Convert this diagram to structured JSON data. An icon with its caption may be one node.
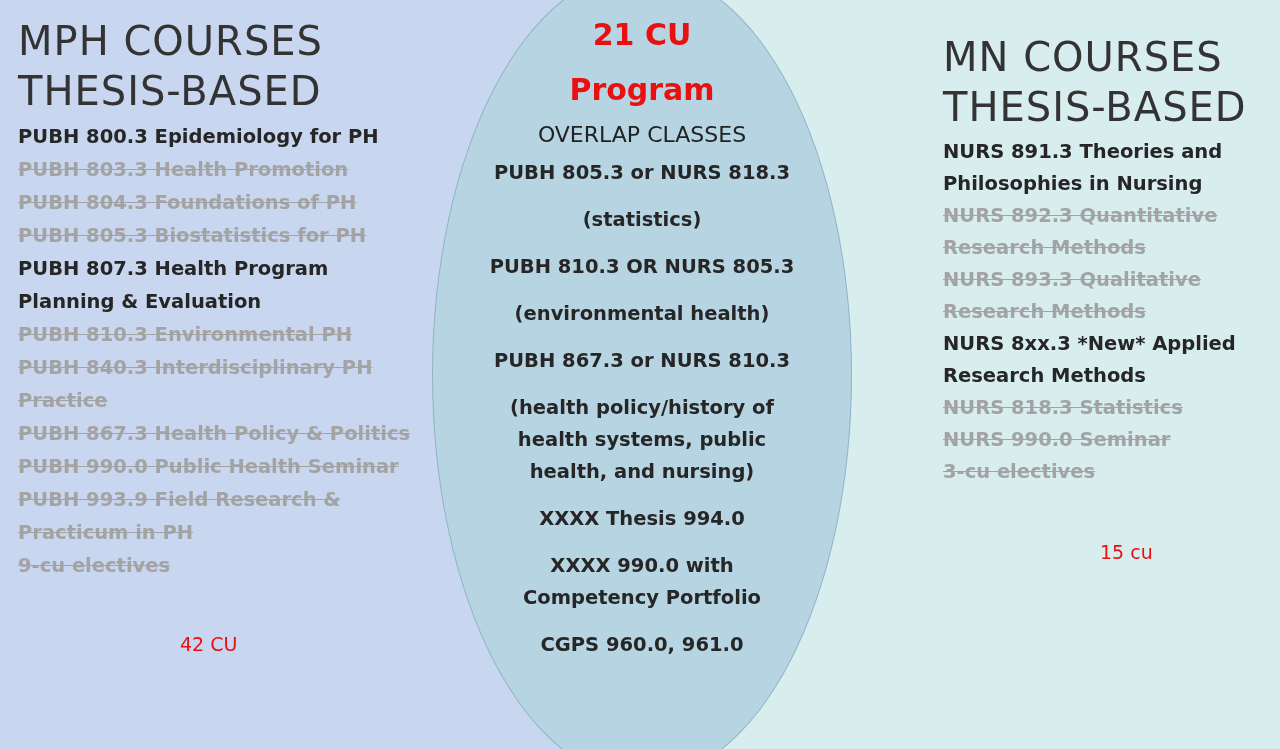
{
  "diagram": {
    "nodes": [
      {
        "text": [
          "MPH COURSES THESIS-BASED",
          "PUBH 800.3 Epidemiology for PH",
          "PUBH 803.3 Health Promotion",
          "PUBH 804.3 Foundations of PH",
          "PUBH 805.3 Biostatistics for PH",
          "PUBH 807.3 Health Program Planning & Evaluation",
          "PUBH 810.3 Environmental PH",
          "PUBH 840.3 Interdisciplinary PH Practice",
          "PUBH 867.3 Health Policy & Politics",
          "PUBH 990.0 Public Health Seminar",
          "PUBH 993.9 Field Research & Practicum in PH",
          "9-cu electives",
          "42 CU"
        ]
      },
      {
        "text": [
          "21 CU Program",
          "OVERLAP CLASSES",
          "PUBH 805.3 or NURS 818.3",
          "(statistics)",
          "PUBH 810.3 OR NURS 805.3",
          "(environmental health)",
          "PUBH 867.3 or NURS 810.3",
          "(health policy/history of health systems, public health, and nursing)",
          "XXXX Thesis 994.0",
          "XXXX 990.0 with Competency Portfolio",
          "CGPS 960.0, 961.0"
        ]
      },
      {
        "text": [
          "MN COURSES THESIS-BASED",
          "NURS 891.3 Theories and Philosophies in Nursing",
          "NURS 892.3 Quantitative Research Methods",
          "NURS 893.3 Qualitative Research Methods",
          "NURS 8xx.3 *New* Applied Research Methods",
          "NURS 818.3 Statistics",
          "NURS 990.0 Seminar",
          "3-cu electives",
          "15 cu"
        ]
      }
    ]
  }
}
